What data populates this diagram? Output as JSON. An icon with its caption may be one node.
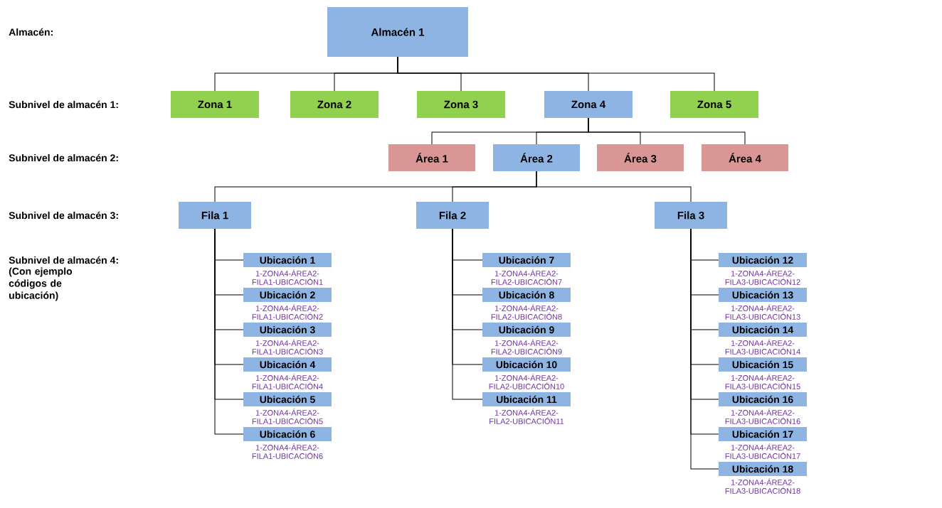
{
  "diagram": {
    "nodes": [
      {
        "text": [
          "Almacén 1"
        ]
      },
      {
        "text": [
          "Zona 1"
        ]
      },
      {
        "text": [
          "Zona 2"
        ]
      },
      {
        "text": [
          "Zona 3"
        ]
      },
      {
        "text": [
          "Zona 4"
        ]
      },
      {
        "text": [
          "Zona 5"
        ]
      },
      {
        "text": [
          "Área 1"
        ]
      },
      {
        "text": [
          "Área 2"
        ]
      },
      {
        "text": [
          "Área 3"
        ]
      },
      {
        "text": [
          "Área 4"
        ]
      },
      {
        "text": [
          "Fila 1"
        ]
      },
      {
        "text": [
          "Fila 2"
        ]
      },
      {
        "text": [
          "Fila 3"
        ]
      },
      {
        "text": [
          "Ubicación 1"
        ],
        "beside": [
          "1-ZONA4-ÁREA2-FILA1-UBICACIÓN1"
        ]
      },
      {
        "text": [
          "Ubicación 2"
        ],
        "beside": [
          "1-ZONA4-ÁREA2-FILA1-UBICACIÓN2"
        ]
      },
      {
        "text": [
          "Ubicación 3"
        ],
        "beside": [
          "1-ZONA4-ÁREA2-FILA1-UBICACIÓN3"
        ]
      },
      {
        "text": [
          "Ubicación 4"
        ],
        "beside": [
          "1-ZONA4-ÁREA2-FILA1-UBICACIÓN4"
        ]
      },
      {
        "text": [
          "Ubicación 5"
        ],
        "beside": [
          "1-ZONA4-ÁREA2-FILA1-UBICACIÓN5"
        ]
      },
      {
        "text": [
          "Ubicación 6"
        ],
        "beside": [
          "1-ZONA4-ÁREA2-FILA1-UBICACIÓN6"
        ]
      },
      {
        "text": [
          "Ubicación 7"
        ],
        "beside": [
          "1-ZONA4-ÁREA2-FILA2-UBICACIÓN7"
        ]
      },
      {
        "text": [
          "Ubicación 8"
        ],
        "beside": [
          "1-ZONA4-ÁREA2-FILA2-UBICACIÓN8"
        ]
      },
      {
        "text": [
          "Ubicación 9"
        ],
        "beside": [
          "1-ZONA4-ÁREA2-FILA2-UBICACIÓN9"
        ]
      },
      {
        "text": [
          "Ubicación 10"
        ],
        "beside": [
          "1-ZONA4-ÁREA2-FILA2-UBICACIÓN10"
        ]
      },
      {
        "text": [
          "Ubicación 11"
        ],
        "beside": [
          "1-ZONA4-ÁREA2-FILA2-UBICACIÓN11"
        ]
      },
      {
        "text": [
          "Ubicación 12"
        ],
        "beside": [
          "1-ZONA4-ÁREA2-FILA3-UBICACIÓN12"
        ]
      },
      {
        "text": [
          "Ubicación 13"
        ],
        "beside": [
          "1-ZONA4-ÁREA2-FILA3-UBICACIÓN13"
        ]
      },
      {
        "text": [
          "Ubicación 14"
        ],
        "beside": [
          "1-ZONA4-ÁREA2-FILA3-UBICACIÓN14"
        ]
      },
      {
        "text": [
          "Ubicación 15"
        ],
        "beside": [
          "1-ZONA4-ÁREA2-FILA3-UBICACIÓN15"
        ]
      },
      {
        "text": [
          "Ubicación 16"
        ],
        "beside": [
          "1-ZONA4-ÁREA2-FILA3-UBICACIÓN16"
        ]
      },
      {
        "text": [
          "Ubicación 17"
        ],
        "beside": [
          "1-ZONA4-ÁREA2-FILA3-UBICACIÓN17"
        ]
      },
      {
        "text": [
          "Ubicación 18"
        ],
        "beside": [
          "1-ZONA4-ÁREA2-FILA3-UBICACIÓN18"
        ]
      }
    ],
    "edges": [
      {
        "from": 0,
        "to": 1,
        "arrow": "none"
      },
      {
        "from": 0,
        "to": 2,
        "arrow": "none"
      },
      {
        "from": 0,
        "to": 3,
        "arrow": "none"
      },
      {
        "from": 0,
        "to": 4,
        "arrow": "none"
      },
      {
        "from": 0,
        "to": 5,
        "arrow": "none"
      },
      {
        "from": 4,
        "to": 6,
        "arrow": "none"
      },
      {
        "from": 4,
        "to": 7,
        "arrow": "none"
      },
      {
        "from": 4,
        "to": 8,
        "arrow": "none"
      },
      {
        "from": 4,
        "to": 9,
        "arrow": "none"
      },
      {
        "from": 7,
        "to": 10,
        "arrow": "none"
      },
      {
        "from": 7,
        "to": 11,
        "arrow": "none"
      },
      {
        "from": 7,
        "to": 12,
        "arrow": "none"
      },
      {
        "from": 10,
        "to": 13,
        "arrow": "none"
      },
      {
        "from": 10,
        "to": 14,
        "arrow": "none"
      },
      {
        "from": 10,
        "to": 15,
        "arrow": "none"
      },
      {
        "from": 10,
        "to": 16,
        "arrow": "none"
      },
      {
        "from": 10,
        "to": 17,
        "arrow": "none"
      },
      {
        "from": 10,
        "to": 18,
        "arrow": "none"
      },
      {
        "from": 11,
        "to": 19,
        "arrow": "none"
      },
      {
        "from": 11,
        "to": 20,
        "arrow": "none"
      },
      {
        "from": 11,
        "to": 21,
        "arrow": "none"
      },
      {
        "from": 11,
        "to": 22,
        "arrow": "none"
      },
      {
        "from": 11,
        "to": 23,
        "arrow": "none"
      },
      {
        "from": 12,
        "to": 24,
        "arrow": "none"
      },
      {
        "from": 12,
        "to": 25,
        "arrow": "none"
      },
      {
        "from": 12,
        "to": 26,
        "arrow": "none"
      },
      {
        "from": 12,
        "to": 27,
        "arrow": "none"
      },
      {
        "from": 12,
        "to": 28,
        "arrow": "none"
      },
      {
        "from": 12,
        "to": 29,
        "arrow": "none"
      },
      {
        "from": 12,
        "to": 30,
        "arrow": "none"
      }
    ],
    "labels": [
      "Almacén:",
      "Subnivel de almacén 1:",
      "Subnivel de almacén 2:",
      "Subnivel de almacén 3:",
      "Subnivel de almacén 4:",
      "(Con ejemplo códigos de ubicación)"
    ]
  }
}
